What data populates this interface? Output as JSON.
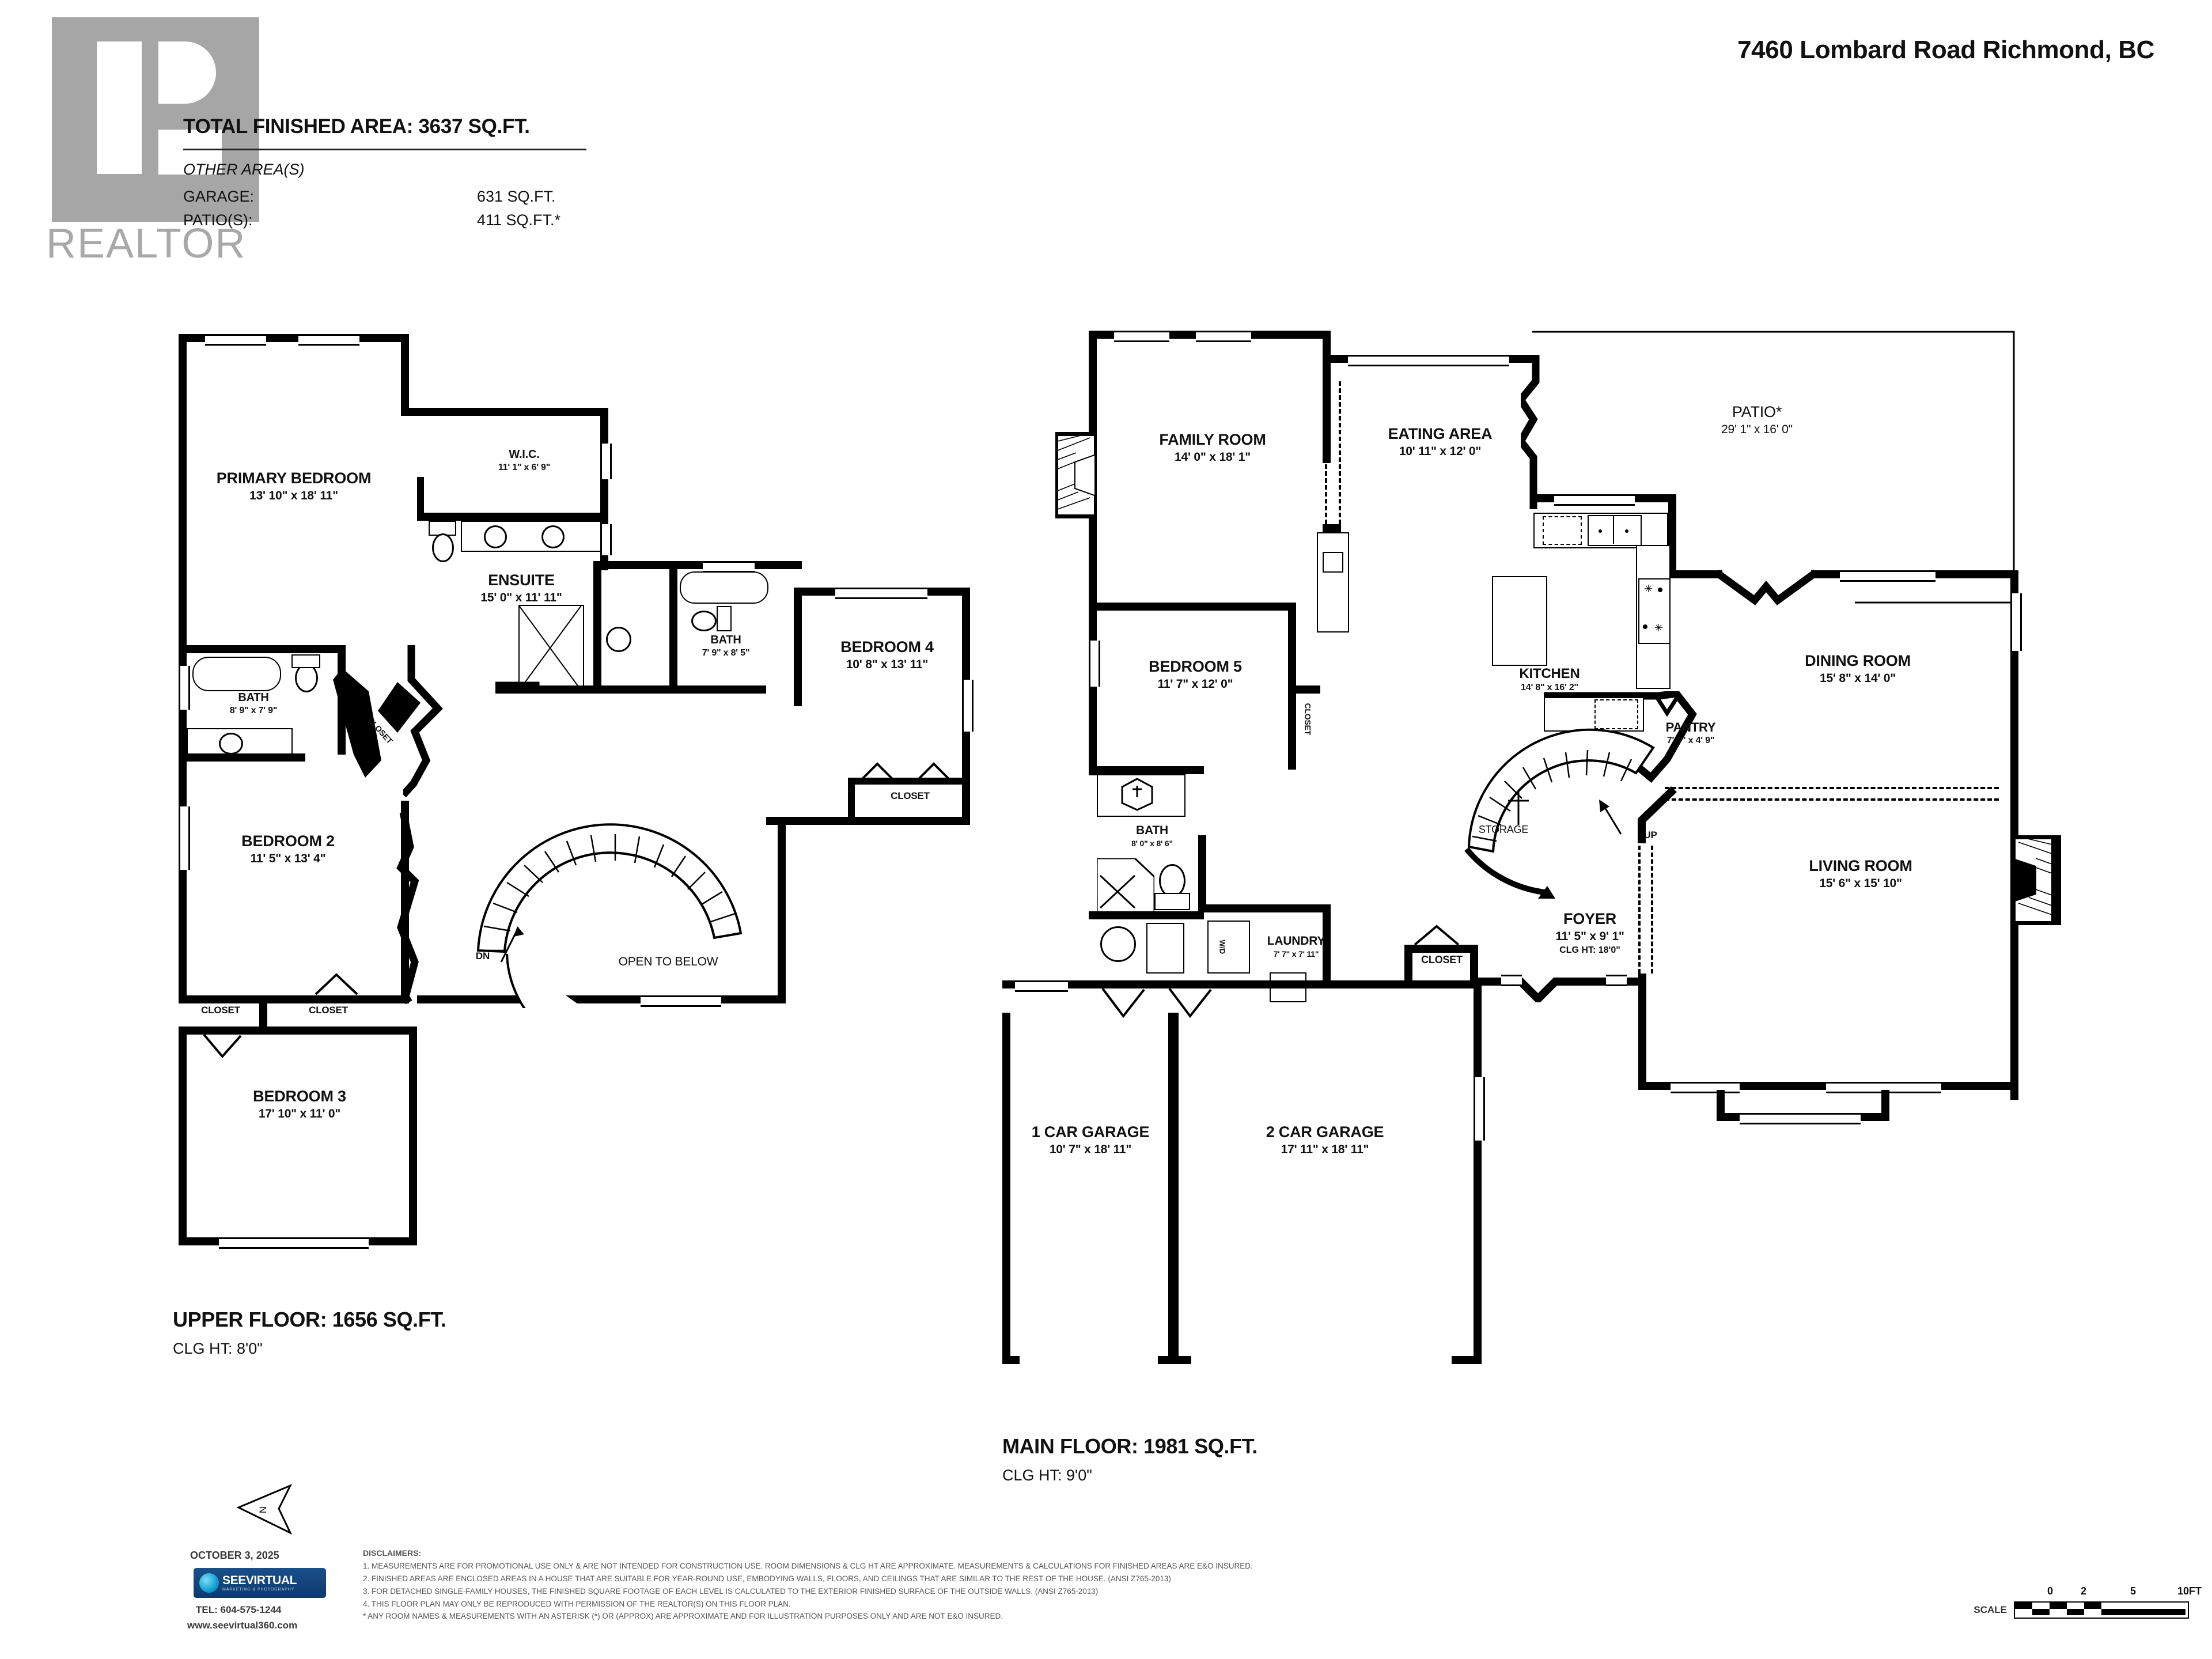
{
  "header": {
    "logo_word": "REALTOR",
    "total_area_label": "TOTAL FINISHED AREA:  3637 SQ.FT.",
    "other_areas_label": "OTHER AREA(S)",
    "other_areas": [
      {
        "name": "GARAGE:",
        "value": "631 SQ.FT."
      },
      {
        "name": "PATIO(S):",
        "value": "411 SQ.FT.*"
      }
    ],
    "address": "7460 Lombard Road Richmond, BC"
  },
  "upper_floor": {
    "title": "UPPER FLOOR: 1656 SQ.FT.",
    "clg_ht": "CLG HT: 8'0\"",
    "rooms": [
      {
        "name": "PRIMARY BEDROOM",
        "dim": "13' 10\" x 18' 11\""
      },
      {
        "name": "W.I.C.",
        "dim": "11' 1\" x 6' 9\""
      },
      {
        "name": "ENSUITE",
        "dim": "15' 0\" x 11' 11\""
      },
      {
        "name": "BATH",
        "dim": "8' 9\" x 7' 9\""
      },
      {
        "name": "BATH",
        "dim": "7' 9\" x 8' 5\""
      },
      {
        "name": "BEDROOM 4",
        "dim": "10' 8\" x 13' 11\""
      },
      {
        "name": "BEDROOM 2",
        "dim": "11' 5\" x 13' 4\""
      },
      {
        "name": "BEDROOM 3",
        "dim": "17' 10\" x 11' 0\""
      }
    ],
    "annotations": {
      "closet": "CLOSET",
      "closet_diag": "CLOSET",
      "closet_b4": "CLOSET",
      "closet_b2a": "CLOSET",
      "closet_b2b": "CLOSET",
      "open_to_below": "OPEN TO BELOW",
      "dn": "DN"
    }
  },
  "main_floor": {
    "title": "MAIN FLOOR: 1981 SQ.FT.",
    "clg_ht": "CLG HT: 9'0\"",
    "rooms": [
      {
        "name": "FAMILY ROOM",
        "dim": "14' 0\" x 18' 1\""
      },
      {
        "name": "EATING AREA",
        "dim": "10' 11\" x 12' 0\""
      },
      {
        "name": "PATIO*",
        "dim": "29' 1\" x 16' 0\""
      },
      {
        "name": "KITCHEN",
        "dim": "14' 8\" x 16' 2\""
      },
      {
        "name": "DINING ROOM",
        "dim": "15' 8\" x 14' 0\""
      },
      {
        "name": "PANTRY",
        "dim": "7' 3\" x 4' 9\""
      },
      {
        "name": "BEDROOM 5",
        "dim": "11' 7\" x 12' 0\""
      },
      {
        "name": "BATH",
        "dim": "8' 0\" x 8' 6\""
      },
      {
        "name": "LAUNDRY",
        "dim": "7' 7\" x 7' 11\""
      },
      {
        "name": "FOYER",
        "dim": "11' 5\" x 9' 1\"",
        "clg": "CLG HT:  18'0\""
      },
      {
        "name": "LIVING ROOM",
        "dim": "15' 6\" x 15' 10\""
      },
      {
        "name": "1 CAR GARAGE",
        "dim": "10' 7\" x 18' 11\""
      },
      {
        "name": "2 CAR GARAGE",
        "dim": "17' 11\" x 18' 11\""
      }
    ],
    "annotations": {
      "closet_b5": "CLOSET",
      "closet_foyer": "CLOSET",
      "storage": "STORAGE",
      "up": "UP",
      "wd": "W/D"
    }
  },
  "footer": {
    "north_label": "N",
    "date": "OCTOBER 3, 2025",
    "company_name": "SEEVIRTUAL",
    "company_tagline": "MARKETING & PHOTOGRAPHY",
    "tel": "TEL: 604-575-1244",
    "web": "www.seevirtual360.com",
    "disclaimers_heading": "DISCLAIMERS:",
    "disclaimers": [
      "1. MEASUREMENTS ARE FOR PROMOTIONAL USE ONLY & ARE NOT INTENDED FOR CONSTRUCTION USE. ROOM DIMENSIONS & CLG HT ARE APPROXIMATE. MEASUREMENTS & CALCULATIONS FOR FINISHED AREAS ARE E&O INSURED.",
      "2. FINISHED AREAS ARE ENCLOSED AREAS IN A HOUSE THAT ARE SUITABLE FOR YEAR-ROUND USE, EMBODYING WALLS, FLOORS, AND CEILINGS THAT ARE SIMILAR TO THE REST OF THE HOUSE. (ANSI Z765-2013)",
      "3. FOR DETACHED SINGLE-FAMILY HOUSES, THE FINISHED SQUARE FOOTAGE OF EACH LEVEL IS CALCULATED TO THE EXTERIOR FINISHED SURFACE OF THE OUTSIDE WALLS. (ANSI Z765-2013)",
      "4. THIS FLOOR PLAN MAY ONLY BE REPRODUCED WITH PERMISSION OF THE REALTOR(S) ON THIS FLOOR PLAN.",
      "* ANY ROOM NAMES & MEASUREMENTS WITH AN ASTERISK (*) OR (APPROX) ARE APPROXIMATE AND FOR ILLUSTRATION PURPOSES ONLY AND ARE NOT E&O INSURED."
    ],
    "scale_label": "SCALE",
    "scale_ticks": [
      "0",
      "2",
      "5",
      "10FT"
    ]
  }
}
